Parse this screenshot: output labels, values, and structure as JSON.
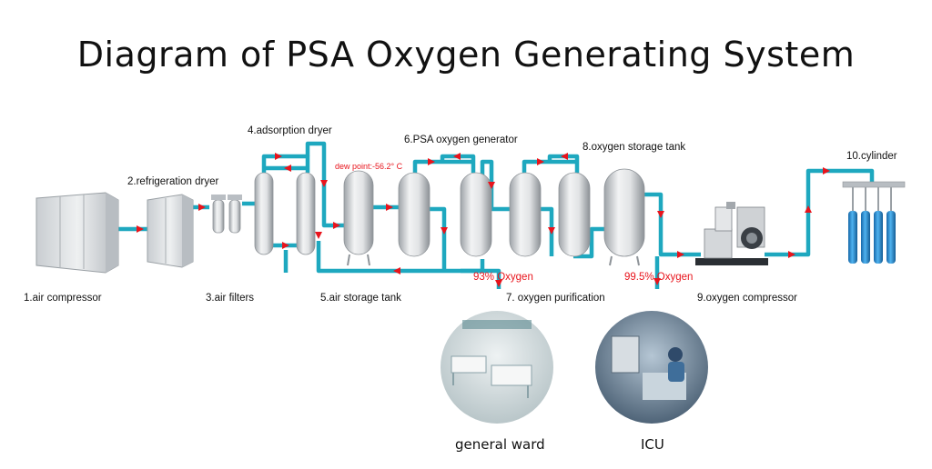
{
  "title": "Diagram of PSA Oxygen Generating System",
  "labels": {
    "air_compressor": "1.air compressor",
    "refrigeration_dryer": "2.refrigeration dryer",
    "air_filters": "3.air filters",
    "adsorption_dryer": "4.adsorption dryer",
    "air_storage_tank": "5.air storage tank",
    "psa_oxygen_generator": "6.PSA oxygen generator",
    "oxygen_purification": "7. oxygen purification",
    "oxygen_storage_tank": "8.oxygen storage tank",
    "oxygen_compressor": "9.oxygen compressor",
    "cylinder": "10.cylinder"
  },
  "annotations": {
    "dew_point": "dew point:-56.2° C",
    "oxygen_93": "93% Oxygen",
    "oxygen_995": "99.5% Oxygen"
  },
  "destinations": {
    "general_ward": "general ward",
    "icu": "ICU"
  },
  "colors": {
    "pipe": "#1ea8bf",
    "arrow": "#e8141c",
    "tank": "#d4d7da",
    "cylinder": "#1f8fd9"
  }
}
